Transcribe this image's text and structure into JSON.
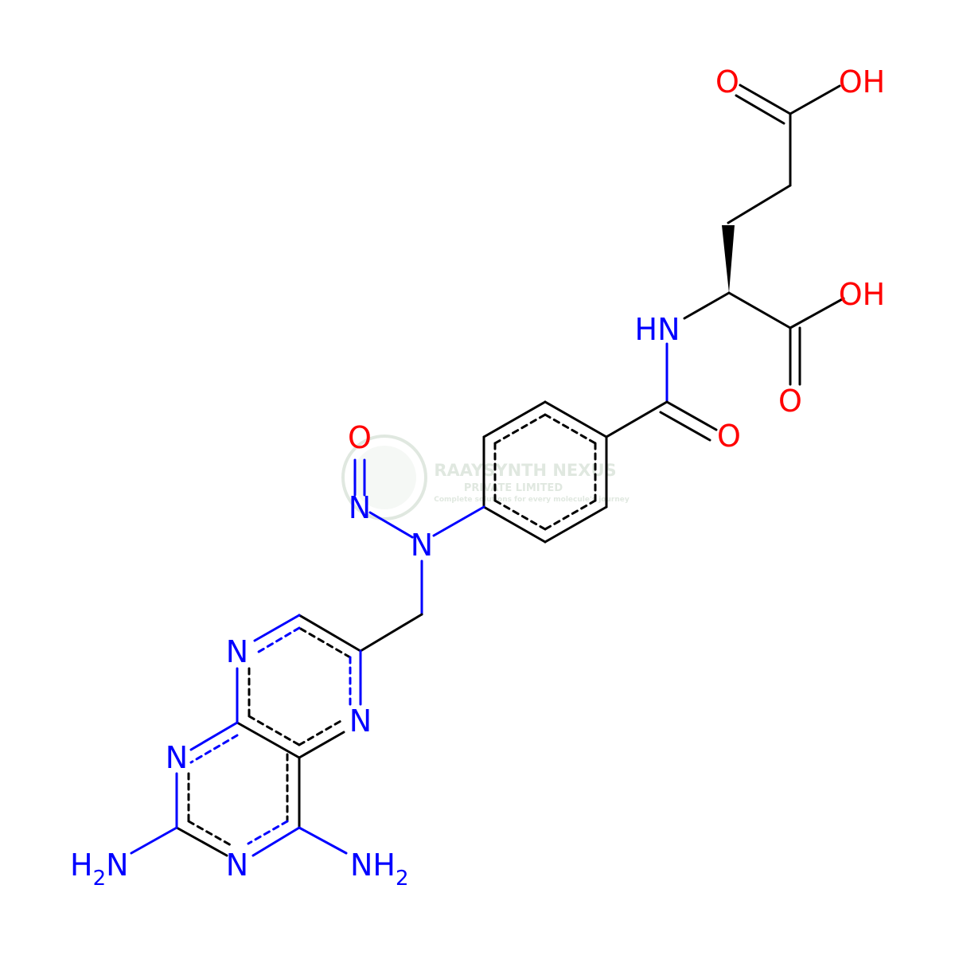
{
  "colors": {
    "bond": "#000000",
    "nitrogen": "#0000ff",
    "oxygen": "#ff0000",
    "watermark": "#c8d6c8"
  },
  "watermark": {
    "line1": "RAAYSYNTH NEXUS",
    "line2": "PRIVATE LIMITED",
    "line3": "Complete solutions for every molecule's journey",
    "icon": "logo-mark-icon"
  },
  "atoms": {
    "oh_top": "OH",
    "o_top": "O",
    "oh_mid": "OH",
    "o_mid": "O",
    "hn": "HN",
    "o_amide": "O",
    "o_nitroso": "O",
    "n_nitroso": "N",
    "n_amine": "N",
    "n_ring_tl": "N",
    "n_ring_r": "N",
    "n_ring_l": "N",
    "n_ring_b": "N",
    "nh2_left": "H",
    "nh2_left_sub": "2",
    "nh2_left_n": "N",
    "nh2_right": "NH",
    "nh2_right_sub": "2"
  }
}
